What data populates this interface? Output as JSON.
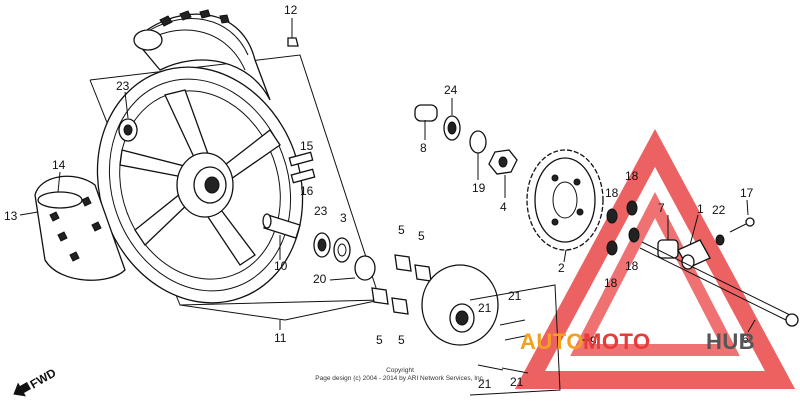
{
  "callouts": [
    "1",
    "2",
    "3",
    "4",
    "5",
    "5",
    "5",
    "5",
    "6",
    "7",
    "8",
    "9",
    "10",
    "11",
    "12",
    "13",
    "14",
    "15",
    "16",
    "17",
    "18",
    "18",
    "18",
    "18",
    "19",
    "20",
    "21",
    "21",
    "21",
    "21",
    "22",
    "23",
    "23",
    "24"
  ],
  "direction_label": "FWD",
  "copyright": {
    "line1": "Copyright",
    "line2": "Page design (c) 2004 - 2014 by ARI Network Services, Inc."
  },
  "watermark": {
    "part1": "AUTO",
    "part2": "MOTO",
    "part3": "HUB",
    "colors": {
      "auto": "#f2a020",
      "moto": "#e83a3a",
      "hub": "#555555",
      "triangle": "#e83a3a"
    }
  }
}
